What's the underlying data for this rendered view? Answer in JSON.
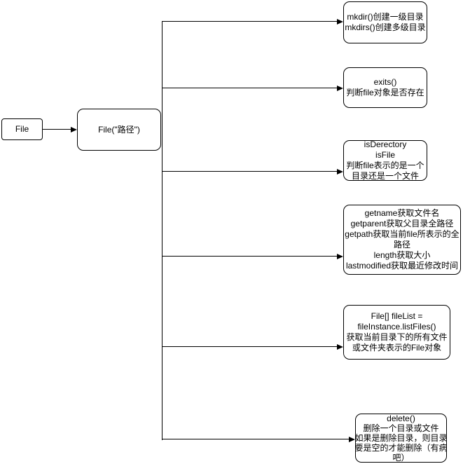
{
  "colors": {
    "stroke": "#000000",
    "node_fill": "#ffffff",
    "text": "#000000",
    "background": "#ffffff"
  },
  "diagram": {
    "nodes": {
      "file": {
        "label": "File"
      },
      "constructor": {
        "label": "File(\"路径\")"
      },
      "mkdir": {
        "lines": [
          "mkdir()创建一级目录",
          "mkdirs()创建多级目录"
        ]
      },
      "exists": {
        "lines": [
          "exits()",
          "判断file对象是否存在"
        ]
      },
      "is_directory": {
        "lines": [
          "isDerectory",
          "isFile",
          "判断file表示的是一个",
          "目录还是一个文件"
        ]
      },
      "get_info": {
        "lines": [
          "getname获取文件名",
          "getparent获取父目录全路径",
          "getpath获取当前file所表示的全",
          "路径",
          "length获取大小",
          "lastmodified获取最近修改时间"
        ]
      },
      "list_files": {
        "lines": [
          "File[] fileList =",
          "fileInstance.listFiles()",
          "获取当前目录下的所有文件",
          "或文件夹表示的File对象"
        ]
      },
      "delete": {
        "lines": [
          "delete()",
          "删除一个目录或文件",
          "如果是删除目录，则目录",
          "要是空的才能删除（有病",
          "吧）"
        ]
      }
    }
  }
}
